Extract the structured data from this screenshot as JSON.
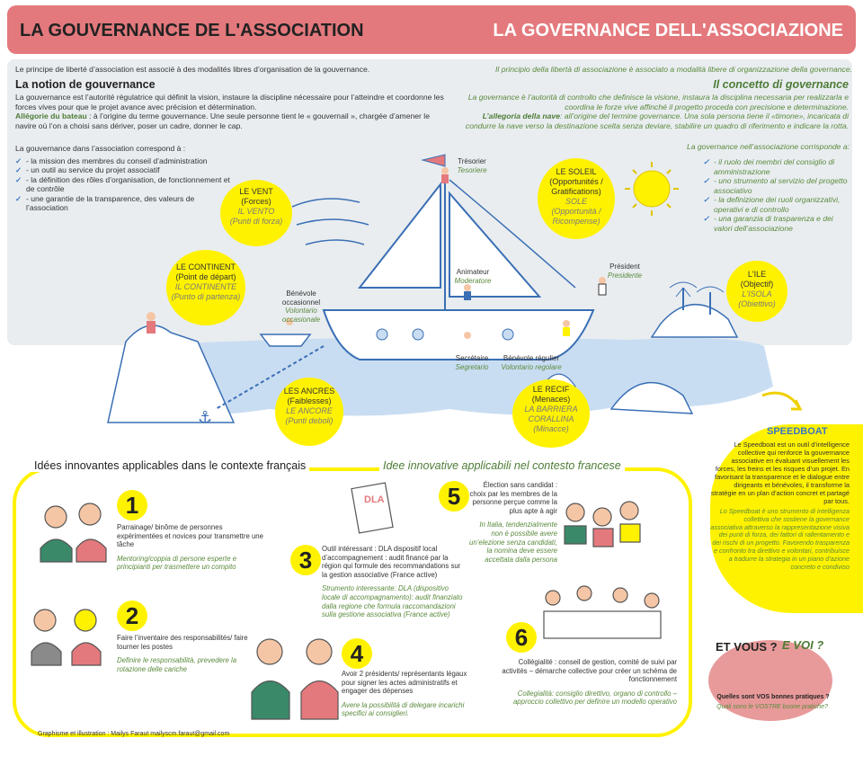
{
  "header": {
    "title_fr": "LA GOUVERNANCE DE L'ASSOCIATION",
    "title_it": "LA GOVERNANCE DELL'ASSOCIAZIONE"
  },
  "intro": {
    "fr": "Le principe de liberté d’association est associé à des modalités libres d’organisation de la gouvernance.",
    "it": "Il principio della libertà di associazione è associato a modalità libere di organizzazione della governance."
  },
  "notion": {
    "heading_fr": "La notion de gouvernance",
    "heading_it": "Il concetto di governance",
    "body_fr": "La gouvernance est l’autorité régulatrice qui définit la vision, instaure la discipline nécessaire pour l’atteindre et coordonne les forces vives pour que le projet avance avec précision et détermination.",
    "allegory_label_fr": "Allégorie du bateau",
    "allegory_fr": " : à l’origine du terme gouvernance. Une seule personne tient le « gouvernail », chargée d’amener le navire où l’on a choisi sans dériver, poser un cadre, donner le cap.",
    "body_it": "La governance è l’autorità di controllo che definisce la visione, instaura la disciplina necessaria per realizzarla e coordina le forze vive affinché il progetto proceda con precisione e determinazione.",
    "allegory_label_it": "L’allegoria della nave",
    "allegory_it": ": all’origine del termine governance. Una sola persona tiene il «timone», incaricata di condurre la nave verso la destinazione scelta senza deviare, stabilire un quadro di riferimento e indicare la rotta.",
    "list_title_fr": "La gouvernance dans l’association correspond à :",
    "list_fr": [
      "- la mission des membres du conseil d’administration",
      "- un outil au service du projet associatif",
      "- la définition des rôles d’organisation, de fonctionnement et de contrôle",
      "- une garantie de la transparence, des valeurs de l’association"
    ],
    "list_title_it": "La governance nell’associazione corrisponde a:",
    "list_it": [
      "- il ruolo dei membri del consiglio di amministrazione",
      "- uno strumento al servizio del progetto associativo",
      "- la definizione dei ruoli organizzativi, operativi e di controllo",
      "- una garanzia di trasparenza e dei valori dell’associazione"
    ]
  },
  "badges": {
    "vent": {
      "fr": "LE VENT",
      "fr2": "(Forces)",
      "it": "IL VENTO",
      "it2": "(Punti di forza)"
    },
    "continent": {
      "fr": "LE CONTINENT",
      "fr2": "(Point de départ)",
      "it": "IL CONTINENTE",
      "it2": "(Punto di partenza)"
    },
    "soleil": {
      "fr": "LE SOLEIL",
      "fr2": "(Opportunités / Gratifications)",
      "it": "SOLE",
      "it2": "(Opportunità / Ricompense)"
    },
    "ile": {
      "fr": "L'ILE",
      "fr2": "(Objectif)",
      "it": "L'ISOLA",
      "it2": "(Obiettivo)"
    },
    "ancres": {
      "fr": "LES ANCRES",
      "fr2": "(Faiblesses)",
      "it": "LE ANCORE",
      "it2": "(Punti deboli)"
    },
    "recif": {
      "fr": "LE RECIF",
      "fr2": "(Menaces)",
      "it": "LA BARRIERA CORALLINA",
      "it2": "(Minacce)"
    }
  },
  "roles": {
    "tresorier": {
      "fr": "Trésorier",
      "it": "Tesoriere"
    },
    "animateur": {
      "fr": "Animateur",
      "it": "Moderatore"
    },
    "president": {
      "fr": "Président",
      "it": "Presidente"
    },
    "benevole_occ": {
      "fr": "Bénévole occasionnel",
      "it": "Volontario occasionale"
    },
    "secretaire": {
      "fr": "Secrétaire",
      "it": "Segretario"
    },
    "benevole_reg": {
      "fr": "Bénévole régulier",
      "it": "Volontario regolare"
    }
  },
  "ideas": {
    "title_fr": "Idées innovantes applicables dans le contexte français",
    "title_it": "Idee innovative applicabili nel contesto francese",
    "items": [
      {
        "n": "1",
        "fr": "Parrainage/ binôme de personnes expérimentées et novices pour transmettre une tâche",
        "it": "Mentoring/coppia di persone esperte e principianti per trasmettere un compito"
      },
      {
        "n": "2",
        "fr": "Faire l’inventaire des responsabilités/ faire tourner les postes",
        "it": "Definire le responsabilità, prevedere la rotazione delle cariche"
      },
      {
        "n": "3",
        "fr": "Outil intéressant : DLA dispositif local d’accompagnement : audit financé par la région qui formule des recommandations sur la gestion associative (France active)",
        "it": "Strumento interessante: DLA (dispositivo locale di accompagnamento): audit finanziato dalla regione che formula raccomandazioni sulla gestione associativa (France active)"
      },
      {
        "n": "4",
        "fr": "Avoir 2 présidents/ représentants légaux pour signer les actes administratifs et engager des dépenses",
        "it": "Avere la possibilità di delegare incarichi specifici ai consiglieri."
      },
      {
        "n": "5",
        "fr": "Élection sans candidat : choix par les membres de la personne perçue comme la plus apte à agir",
        "it": "In Italia, tendenzialmente non è possibile avere un’elezione senza candidati, la nomina deve essere accettata dalla persona"
      },
      {
        "n": "6",
        "fr": "Collégialité : conseil de gestion, comité de suivi par activités – démarche collective pour créer un schéma de fonctionnement",
        "it": "Collegialità: consiglio direttivo, organo di controllo – approccio collettivo per definire un modello operativo"
      }
    ],
    "dla_label": "DLA"
  },
  "speedboat": {
    "title": "SPEEDBOAT",
    "fr": "Le Speedboat est un outil d’intelligence collective qui renforce la gouvernance associative en évaluant visuellement les forces, les freins et les risques d’un projet. En favorisant la transparence et le dialogue entre dirigeants et bénévoles, il transforme la stratégie en un plan d’action concret et partagé par tous.",
    "it": "Lo Speedboat è uno strumento di intelligenza collettiva che sostiene la governance associativa attraverso la rappresentazione visiva dei punti di forza, dei fattori di rallentamento e dei rischi di un progetto. Favorendo trasparenza e confronto tra direttivo e volontari, contribuisce a tradurre la strategia in un piano d’azione concreto e condiviso"
  },
  "etvous": {
    "fr": "ET VOUS ?",
    "it": "E VOI ?",
    "q_fr": "Quelles sont  VOS bonnes pratiques ?",
    "q_it": "Quali sono le VOSTRE buone pratiche?"
  },
  "credit": "Graphisme et illustration : Mailys Faraut mailyscm.faraut@gmail.com",
  "colors": {
    "header": "#e4797d",
    "yellow": "#fff200",
    "green": "#4d7c36",
    "panel": "#e9edf0",
    "sea": "#c9ddf2",
    "pink": "#e89a9a"
  }
}
